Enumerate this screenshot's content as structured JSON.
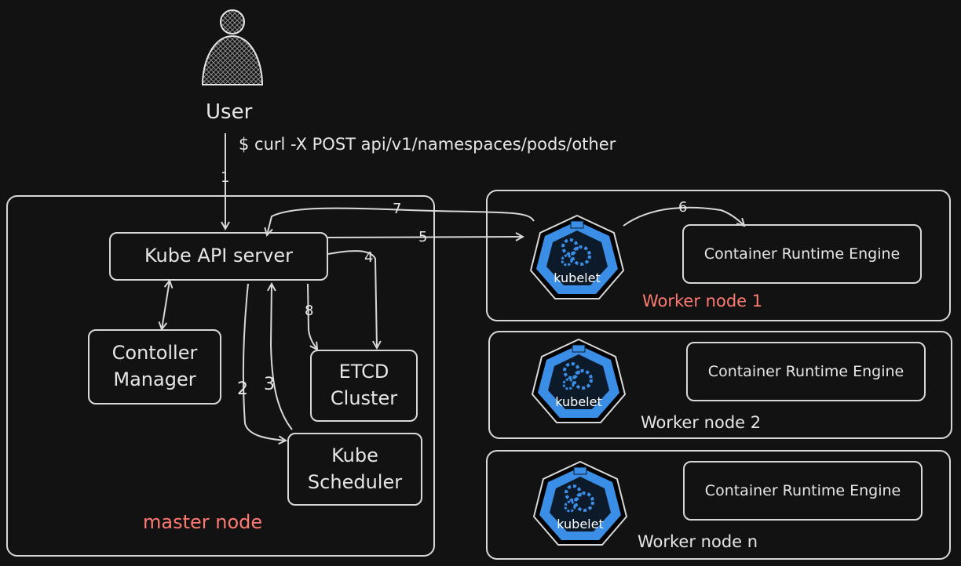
{
  "user": {
    "label": "User",
    "command": "$ curl -X POST api/v1/namespaces/pods/other"
  },
  "master": {
    "label": "master node",
    "api_server": "Kube API server",
    "controller": [
      "Contoller",
      "Manager"
    ],
    "etcd": [
      "ETCD",
      "Cluster"
    ],
    "scheduler": [
      "Kube",
      "Scheduler"
    ]
  },
  "workers": [
    {
      "label": "Worker node 1",
      "runtime": "Container Runtime Engine",
      "kubelet": "kubelet"
    },
    {
      "label": "Worker node 2",
      "runtime": "Container Runtime Engine",
      "kubelet": "kubelet"
    },
    {
      "label": "Worker node n",
      "runtime": "Container Runtime Engine",
      "kubelet": "kubelet"
    }
  ],
  "steps": [
    "1",
    "2",
    "3",
    "4",
    "5",
    "6",
    "7",
    "8"
  ],
  "colors": {
    "background": "#121212",
    "stroke": "#d8d8d8",
    "kubelet": "#3a8ee6",
    "accent_red": "#ff7b72"
  }
}
